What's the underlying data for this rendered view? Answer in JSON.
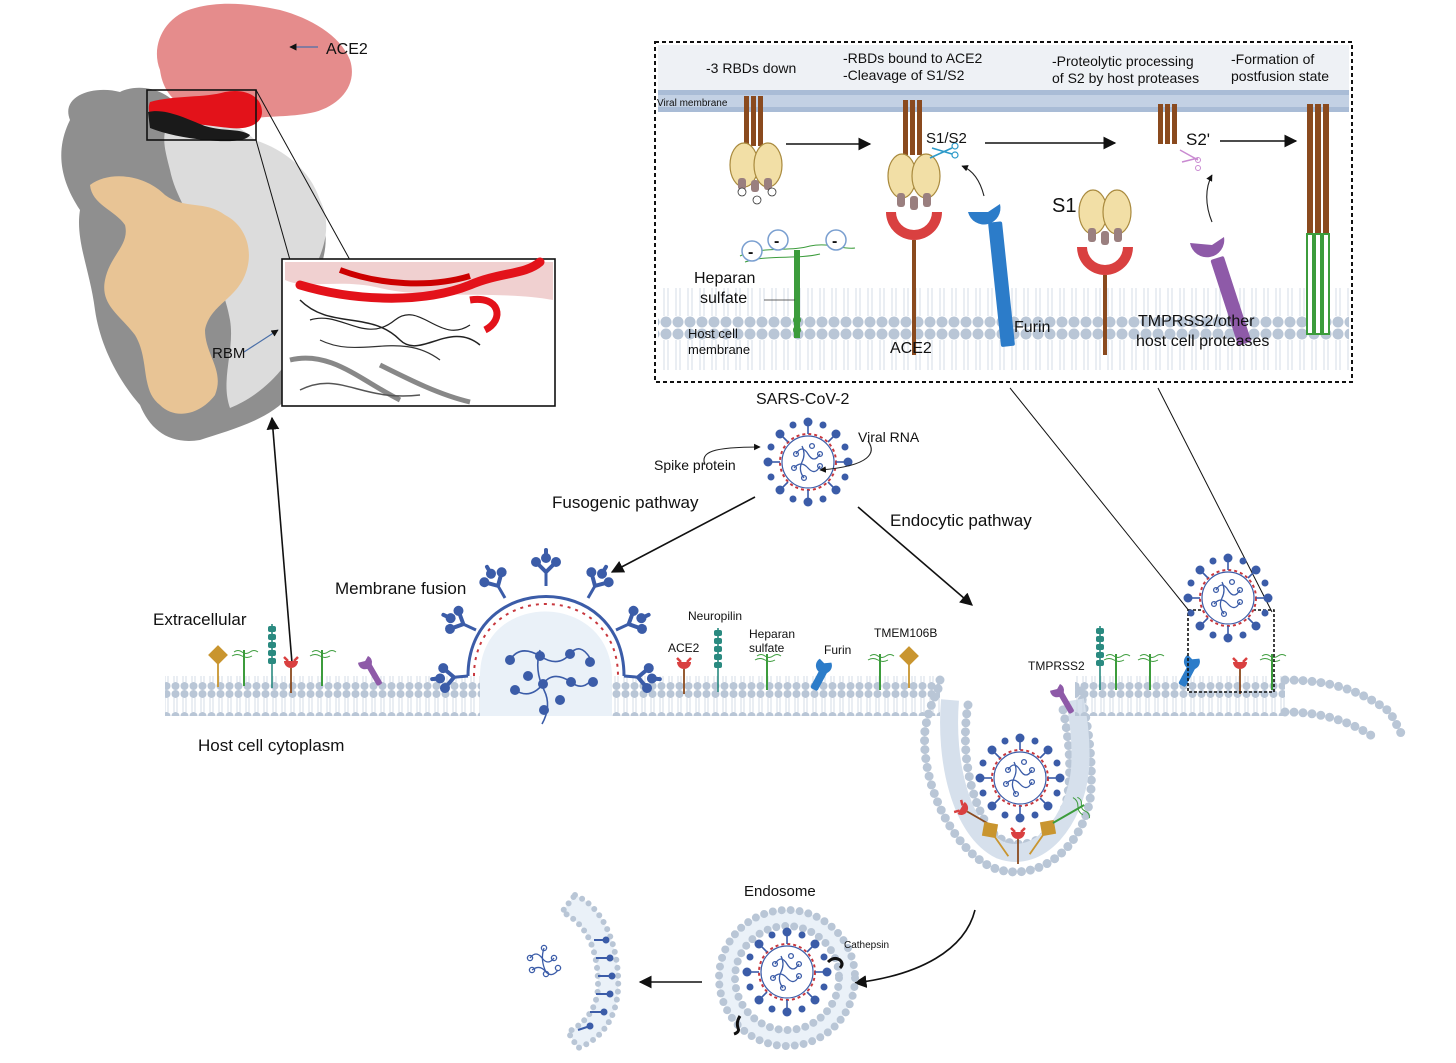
{
  "colors": {
    "ace2_pink": "#e58c8c",
    "red_region": "#e3121a",
    "spike_tan": "#e8c495",
    "spike_grey": "#8f8f8f",
    "spike_light": "#dcdcdc",
    "membrane_bead": "#b9c6d6",
    "membrane_fill": "#eaf1f8",
    "virus_blue": "#3b5ca8",
    "virus_red": "#c8383e",
    "rbd_cream": "#f2dfa6",
    "stalk_brown": "#8a4a1e",
    "ace2_red": "#d94040",
    "furin_blue": "#2c7cc9",
    "tmprss2_purple": "#8e5aa8",
    "hs_green": "#3c9c3c",
    "neuropilin_teal": "#2a8a80",
    "tmem_gold": "#c9952f"
  },
  "structure": {
    "ace2_label": "ACE2",
    "rbm_label": "RBM"
  },
  "mechanism_panel": {
    "steps": [
      {
        "line1": "-3 RBDs down",
        "line2": ""
      },
      {
        "line1": "-RBDs bound to ACE2",
        "line2": "-Cleavage of S1/S2"
      },
      {
        "line1": "-Proteolytic processing",
        "line2": "of S2 by host proteases"
      },
      {
        "line1": "-Formation of",
        "line2": "postfusion state"
      }
    ],
    "viral_membrane": "Viral membrane",
    "host_membrane_line1": "Host cell",
    "host_membrane_line2": "membrane",
    "heparan_line1": "Heparan",
    "heparan_line2": "sulfate",
    "ace2": "ACE2",
    "furin": "Furin",
    "s1s2": "S1/S2",
    "s1": "S1",
    "s2prime": "S2'",
    "tmprss2_line1": "TMPRSS2/other",
    "tmprss2_line2": "host cell proteases",
    "charges": [
      "-",
      "-",
      "-"
    ]
  },
  "virus": {
    "title": "SARS-CoV-2",
    "spike_protein": "Spike protein",
    "viral_rna": "Viral RNA"
  },
  "pathways": {
    "fusogenic": "Fusogenic pathway",
    "endocytic": "Endocytic pathway",
    "membrane_fusion": "Membrane fusion"
  },
  "cell": {
    "extracellular": "Extracellular",
    "cytoplasm": "Host cell cytoplasm",
    "receptors": {
      "ace2": "ACE2",
      "neuropilin": "Neuropilin",
      "heparan_line1": "Heparan",
      "heparan_line2": "sulfate",
      "furin": "Furin",
      "tmem106b": "TMEM106B",
      "tmprss2": "TMPRSS2"
    },
    "endosome": "Endosome",
    "cathepsin": "Cathepsin"
  }
}
